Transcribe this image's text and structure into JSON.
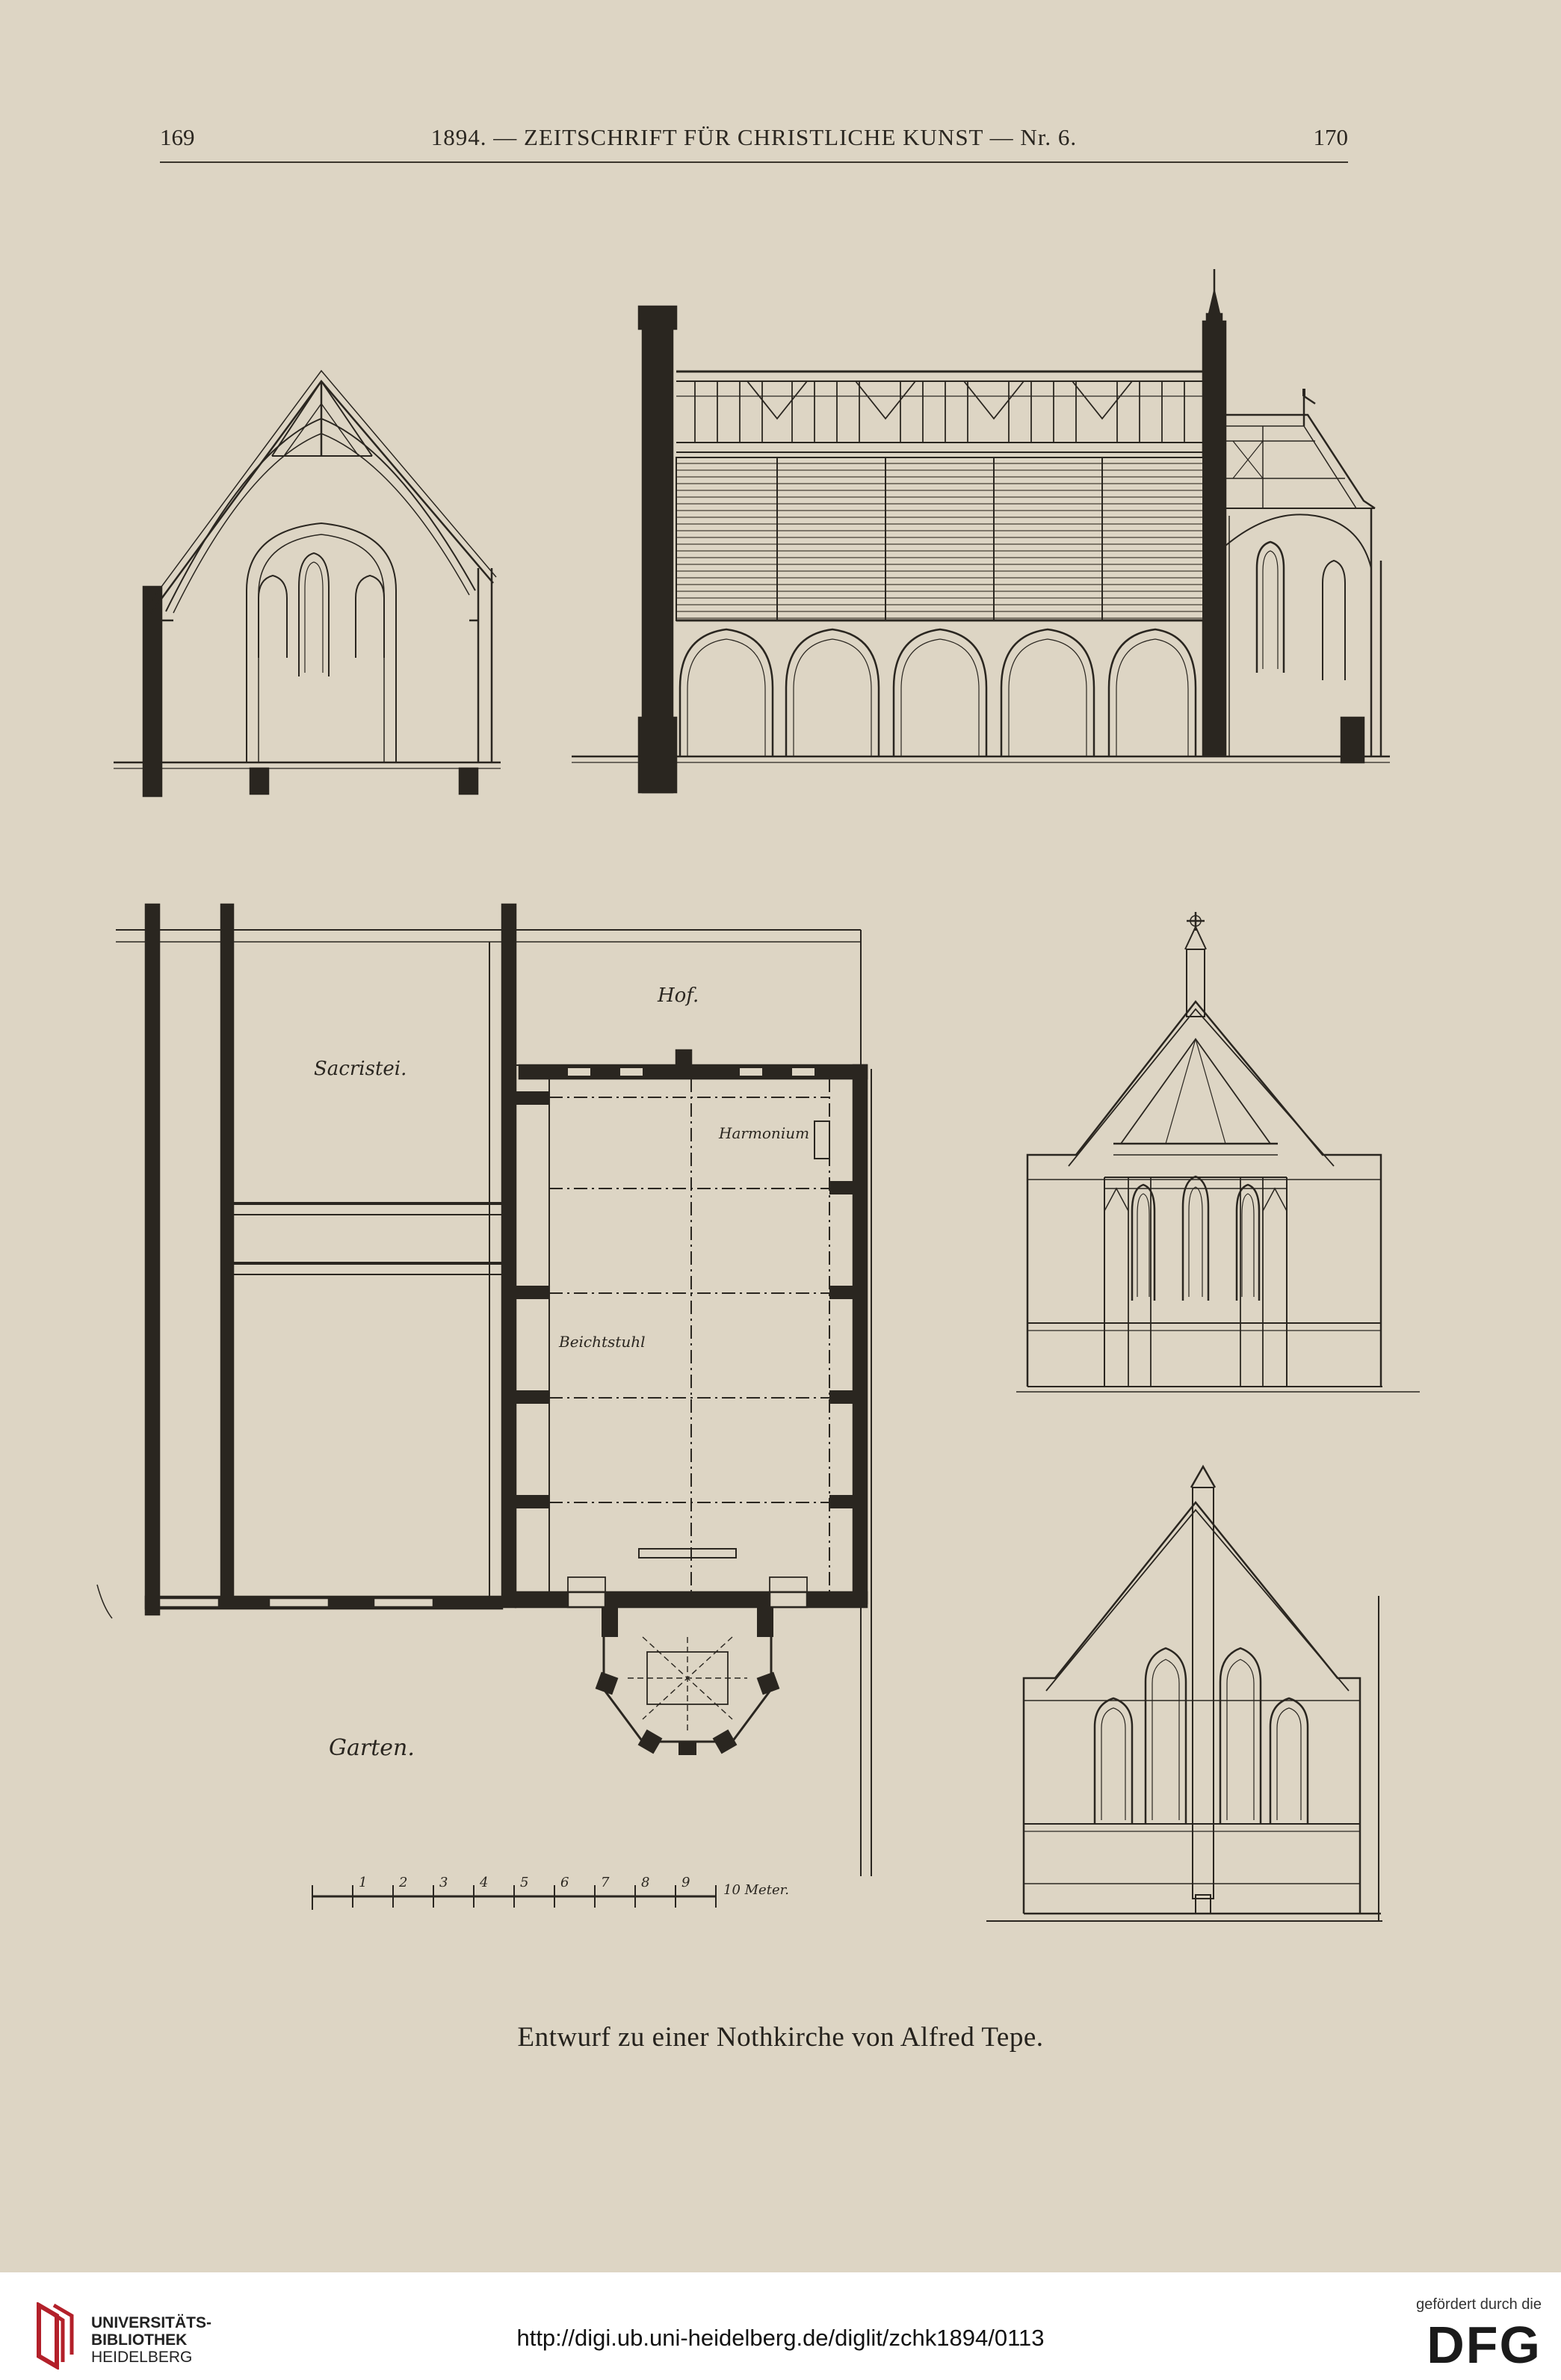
{
  "header": {
    "page_left": "169",
    "page_right": "170",
    "running_title": "1894. — ZEITSCHRIFT FÜR CHRISTLICHE KUNST — Nr. 6."
  },
  "plan_labels": {
    "hof": "Hof.",
    "sacristei": "Sacristei.",
    "harmonium": "Harmonium",
    "beichtstuhl": "Beichtstuhl",
    "garten": "Garten.",
    "scale_unit": "10 Meter."
  },
  "scale_ticks": [
    "1",
    "2",
    "3",
    "4",
    "5",
    "6",
    "7",
    "8",
    "9"
  ],
  "caption": "Entwurf zu einer Nothkirche von Alfred Tepe.",
  "footer": {
    "library_lines": [
      "UNIVERSITÄTS-",
      "BIBLIOTHEK",
      "HEIDELBERG"
    ],
    "url": "http://digi.ub.uni-heidelberg.de/diglit/zchk1894/0113",
    "sponsor_label": "gefördert durch die",
    "sponsor_logo_text": "DFG"
  },
  "colors": {
    "paper": "#ddd5c4",
    "ink": "#2a2620",
    "library_red": "#b3202a"
  }
}
